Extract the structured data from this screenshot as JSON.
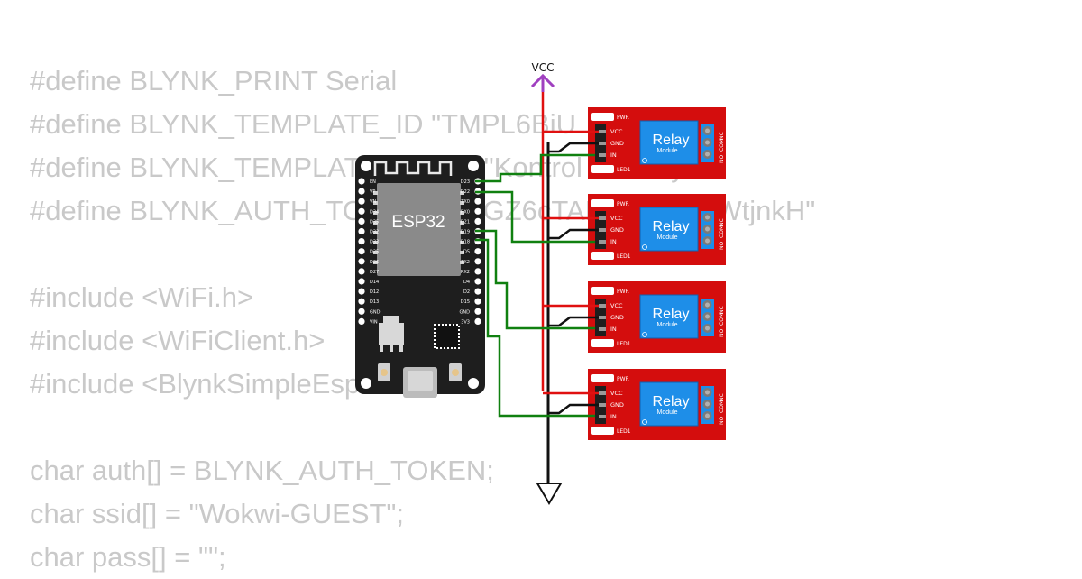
{
  "code_lines": [
    "#define BLYNK_PRINT Serial",
    "#define BLYNK_TEMPLATE_ID \"TMPL6BiU",
    "#define BLYNK_TEMPLATE_NAME \"Kontrol 4 Relay\"",
    "#define BLYNK_AUTH_TOKEN \"bvvGZ6cTANFwQK4TWtjnkH\"",
    "",
    "#include <WiFi.h>",
    "#include <WiFiClient.h>",
    "#include <BlynkSimpleEsp32.h>",
    "",
    "char auth[] = BLYNK_AUTH_TOKEN;",
    "char ssid[] = \"Wokwi-GUEST\";",
    "char pass[] = \"\";"
  ],
  "esp32": {
    "label": "ESP32",
    "left_pins": [
      "EN",
      "VP",
      "VN",
      "D34",
      "D35",
      "D32",
      "D33",
      "D25",
      "D26",
      "D27",
      "D14",
      "D12",
      "D13",
      "GND",
      "VIN"
    ],
    "right_pins": [
      "D23",
      "D22",
      "TX0",
      "RX0",
      "D21",
      "D19",
      "D18",
      "D5",
      "TX2",
      "RX2",
      "D4",
      "D2",
      "D15",
      "GND",
      "3V3"
    ]
  },
  "power": {
    "vcc_label": "VCC"
  },
  "relay": {
    "title": "Relay",
    "subtitle": "Module",
    "pin_labels": [
      "VCC",
      "GND",
      "IN"
    ],
    "led_power": "PWR",
    "led_signal": "LED1",
    "terminals": [
      "NO",
      "COM",
      "NC"
    ]
  },
  "colors": {
    "code_text": "#c9c9c9",
    "board": "#1e1e1e",
    "relay_board": "#d40d0d",
    "relay_body": "#1e8ee8",
    "wire_vcc": "#e01010",
    "wire_gnd": "#111111",
    "wire_signal": "#108010",
    "vcc_symbol": "#a040c0"
  }
}
